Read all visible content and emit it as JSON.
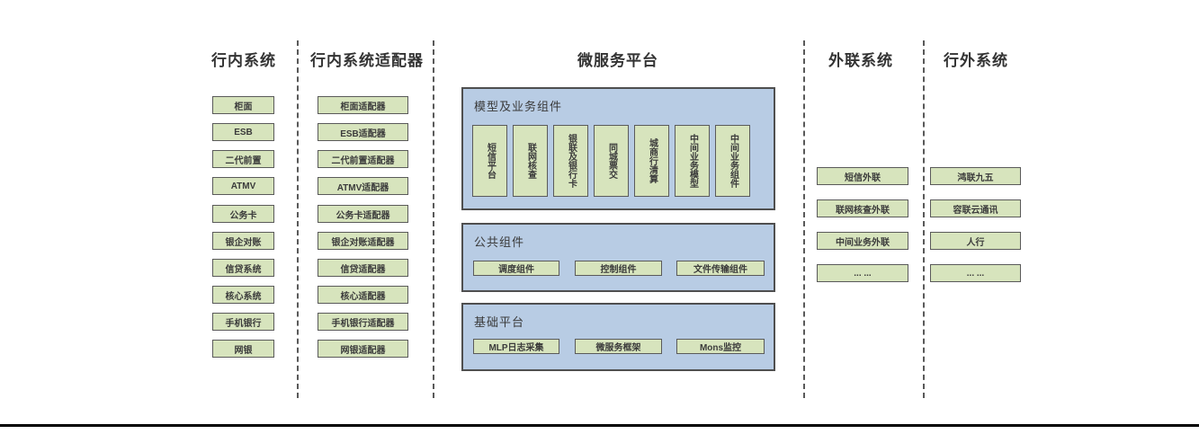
{
  "columns": {
    "internal": {
      "header": "行内系统",
      "items": [
        "柜面",
        "ESB",
        "二代前置",
        "ATMV",
        "公务卡",
        "银企对账",
        "信贷系统",
        "核心系统",
        "手机银行",
        "网银"
      ]
    },
    "adapters": {
      "header": "行内系统适配器",
      "items": [
        "柜面适配器",
        "ESB适配器",
        "二代前置适配器",
        "ATMV适配器",
        "公务卡适配器",
        "银企对账适配器",
        "信贷适配器",
        "核心适配器",
        "手机银行适配器",
        "网银适配器"
      ]
    },
    "platform": {
      "header": "微服务平台",
      "panels": {
        "model": {
          "title": "模型及业务组件",
          "items": [
            "短信平台",
            "联网核查",
            "银联及银行卡",
            "同城票交",
            "城商行清算",
            "中间业务模型",
            "中间业务组件"
          ]
        },
        "common": {
          "title": "公共组件",
          "items": [
            "调度组件",
            "控制组件",
            "文件传输组件"
          ]
        },
        "base": {
          "title": "基础平台",
          "items": [
            "MLP日志采集",
            "微服务框架",
            "Mons监控"
          ]
        }
      }
    },
    "outreach": {
      "header": "外联系统",
      "items": [
        "短信外联",
        "联网核查外联",
        "中间业务外联",
        "... ..."
      ]
    },
    "external": {
      "header": "行外系统",
      "items": [
        "鸿联九五",
        "容联云通讯",
        "人行",
        "... ..."
      ]
    }
  },
  "colors": {
    "box_fill": "#d7e4bd",
    "box_border": "#5a5a5a",
    "panel_fill": "#b8cce4",
    "panel_border": "#4f4f4f",
    "text": "#3b3b3b",
    "bottom_rule": "#000000"
  }
}
